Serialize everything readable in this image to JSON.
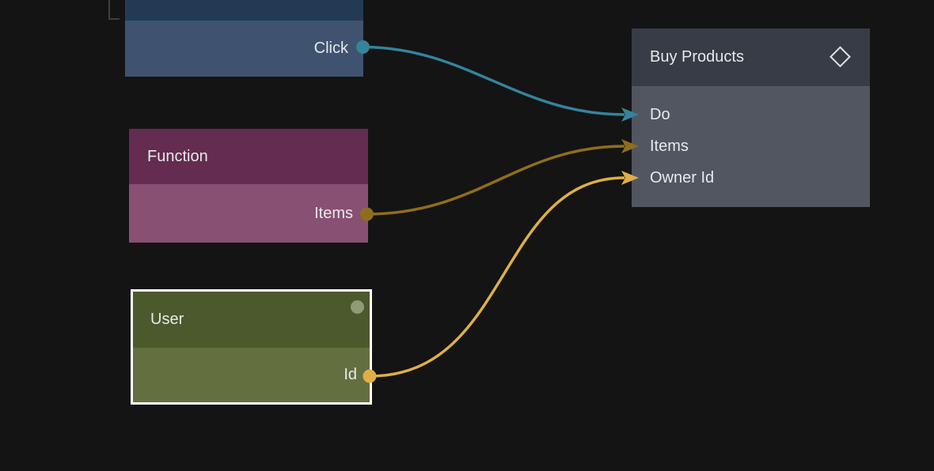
{
  "canvas": {
    "background_color": "#141414"
  },
  "nodes": {
    "trigger": {
      "header_color": "#233a55",
      "body_color": "#3f526f",
      "outputs": [
        {
          "label": "Click",
          "port_color": "#35839c"
        }
      ]
    },
    "function": {
      "title": "Function",
      "header_color": "#632c50",
      "body_color": "#885073",
      "outputs": [
        {
          "label": "Items",
          "port_color": "#8f6d1d"
        }
      ]
    },
    "user": {
      "title": "User",
      "selected": true,
      "selection_border_color": "#ffffff",
      "header_color": "#4c592c",
      "body_color": "#646f40",
      "status_dot_color": "#909a77",
      "outputs": [
        {
          "label": "Id",
          "port_color": "#dfaf45"
        }
      ]
    },
    "buy_products": {
      "title": "Buy Products",
      "icon": "diamond-icon",
      "icon_color": "#e0e1e3",
      "header_color": "#373c46",
      "body_color": "#515661",
      "inputs": [
        {
          "label": "Do",
          "arrow_color": "#35839c"
        },
        {
          "label": "Items",
          "arrow_color": "#8f6d1d"
        },
        {
          "label": "Owner Id",
          "arrow_color": "#dfaf45"
        }
      ]
    }
  },
  "connections": [
    {
      "from": "trigger.Click",
      "to": "buy_products.Do",
      "color": "#35839c"
    },
    {
      "from": "function.Items",
      "to": "buy_products.Items",
      "color": "#8f6d1d"
    },
    {
      "from": "user.Id",
      "to": "buy_products.Owner Id",
      "color": "#dfaf45"
    }
  ]
}
